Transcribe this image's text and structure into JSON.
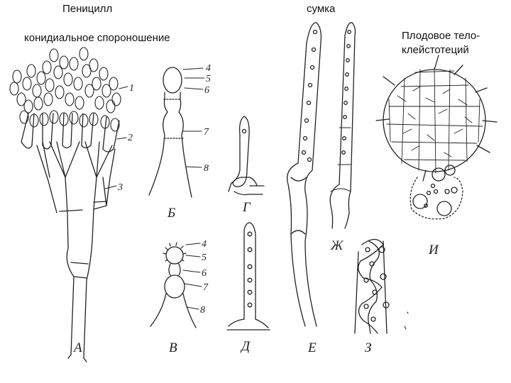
{
  "headings": {
    "penicillium": "Пеницилл",
    "conidial": "конидиальное спороношение",
    "ascus": "сумка",
    "fruit_body_line1": "Плодовое тело-",
    "fruit_body_line2": "клейстотеций"
  },
  "figure_labels": {
    "a": "А",
    "b": "Б",
    "v": "В",
    "g": "Г",
    "d": "Д",
    "e": "Е",
    "zh": "Ж",
    "z": "З",
    "i": "И"
  },
  "part_numbers_a": [
    "1",
    "2",
    "3"
  ],
  "part_numbers_b": [
    "4",
    "5",
    "6",
    "7",
    "8"
  ],
  "part_numbers_v": [
    "4",
    "5",
    "6",
    "7",
    "8"
  ]
}
